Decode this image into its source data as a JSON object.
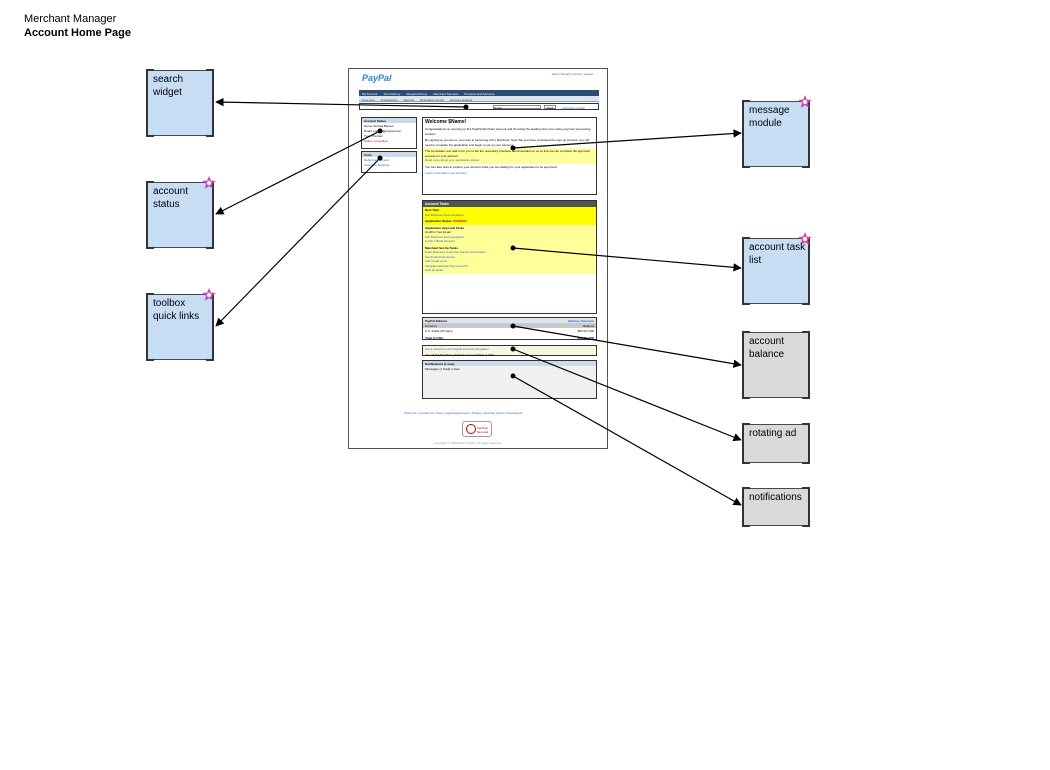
{
  "header": {
    "subtitle": "Merchant Manager",
    "title": "Account Home Page"
  },
  "annotations": {
    "search_widget": "search\nwidget",
    "account_status": "account\nstatus",
    "toolbox_quick_links": "toolbox\nquick links",
    "message_module": "message\nmodule",
    "account_task_list": "account task\nlist",
    "account_balance": "account\nbalance",
    "rotating_ad": "rotating ad",
    "notifications": "notifications"
  },
  "colors": {
    "blue_box": "#c7ddf3",
    "grey_box": "#d9d9d9",
    "star": "#d63ab6",
    "nav": "#2e4b73",
    "highlight_yellow": "#fefe00"
  },
  "wireframe": {
    "logo_a": "Pay",
    "logo_b": "Pal",
    "top_links": "Help | Security Center | Logout",
    "nav_tabs": [
      "My Account",
      "Send Money",
      "Request Money",
      "Merchant Services",
      "Products and Services"
    ],
    "sub_tabs": [
      "Overview",
      "Transactions",
      "Reports",
      "Resolution Center",
      "Account settings"
    ],
    "search_select": "Email",
    "search_go": "Find",
    "search_advanced": "Advanced search",
    "account_status_header": "Account Status",
    "account_status_lines": [
      "Name: Andrea Barnes",
      "Email: andrea@paypal.com",
      "Type: Premier",
      "Status: Unverified"
    ],
    "tools_header": "Tools",
    "tools_links": [
      "Refund a Payment",
      "Automate Shipping"
    ],
    "welcome_title": "Welcome $Name!",
    "welcome_body": "Congratulations on opening up this PayPal Merchant account and choosing the leading all-in-one online payment processing solution.",
    "welcome_body2": "By signing up you are on your way to becoming a Pro Merchant. Now that you have completed the sign up process, you will need to complete the application and begin to set up your account.",
    "welcome_yellow": "The immediate next task is for you to fax the necessary business documentation to us so that we can complete the approval process for your account.",
    "welcome_link": "Read more about your application status",
    "welcome_note": "You can also start to explore your account while you are waiting for your application to be approved.",
    "welcome_link2": "Learn more about your account",
    "tasks_header": "Account Tasks",
    "tasks_step": "Next Task",
    "tasks_fax": "Fax Business Documentation",
    "tasks_app_status_label": "Application Status:",
    "tasks_app_status_value": "PENDING",
    "tasks_approval": "Application Approval Tasks",
    "tasks_approval_items": [
      "Confirm Your Email",
      "Fax Business Documentation",
      "Confirm Bank Account"
    ],
    "tasks_setup": "Merchant Set-Up Tasks",
    "tasks_setup_items": [
      "Enter Business Customer Service Information",
      "Set Email Preferences",
      "Add Credit Card",
      "Integrate Website Payments Pro"
    ],
    "tasks_hide": "Hide all tasks",
    "balance_header": "PayPal Balance",
    "balance_link": "Balance Overview",
    "balance_col1": "Currency",
    "balance_col2": "Balance",
    "balance_row1": "U.S. Dollar (Primary)",
    "balance_row1_val": "$00.00 USD",
    "balance_total": "Total in USD:",
    "balance_total_val": "$00.00 USD",
    "ad_line1": "Get a chance to win PayPal exclusive Rewards!",
    "ad_line2": "Use all PayPal Money Market Account? Rate 4.00%",
    "notif_header": "Notifications (1 new)",
    "notif_item": "Messages (1 Total) 1 New",
    "footer_links": "About Us | Contact Us | Fees | Legal Agreements | Privacy | Security Center | Developers",
    "seal_text": "VeriSign Secured",
    "copyright": "Copyright © 1999-2007 PayPal. All rights reserved."
  }
}
